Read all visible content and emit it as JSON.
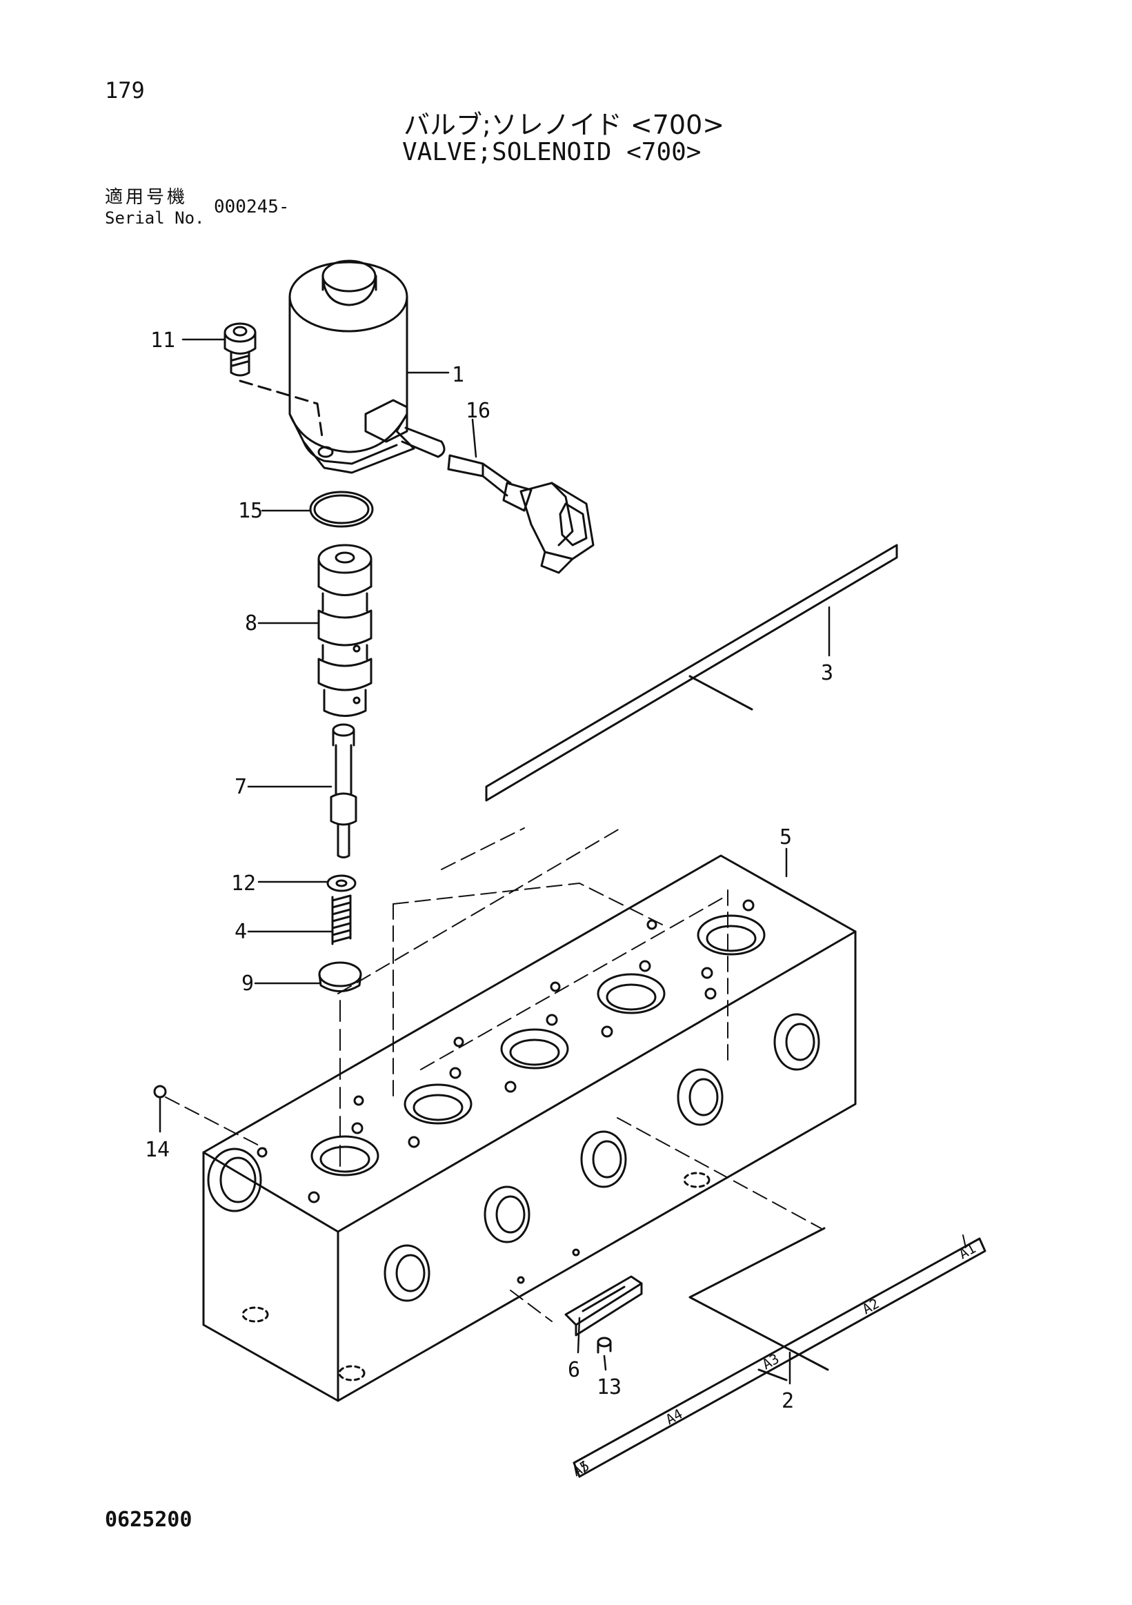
{
  "header": {
    "page_number": "179",
    "title_jp": "バルブ;ソレノイド <700>",
    "title_en": "VALVE;SOLENOID <700>",
    "serial_label_jp": "適用号機",
    "serial_label_en": "Serial No.",
    "serial_value": "000245-"
  },
  "footer": {
    "doc_code": "0625200"
  },
  "callouts": {
    "c1": "1",
    "c2": "2",
    "c3": "3",
    "c4": "4",
    "c5": "5",
    "c6": "6",
    "c7": "7",
    "c8": "8",
    "c9": "9",
    "c11": "11",
    "c12": "12",
    "c13": "13",
    "c14": "14",
    "c15": "15",
    "c16": "16"
  },
  "plate_labels": {
    "a1": "A1",
    "a2": "A2",
    "a3": "A3",
    "a4": "A4",
    "a5": "A5"
  }
}
